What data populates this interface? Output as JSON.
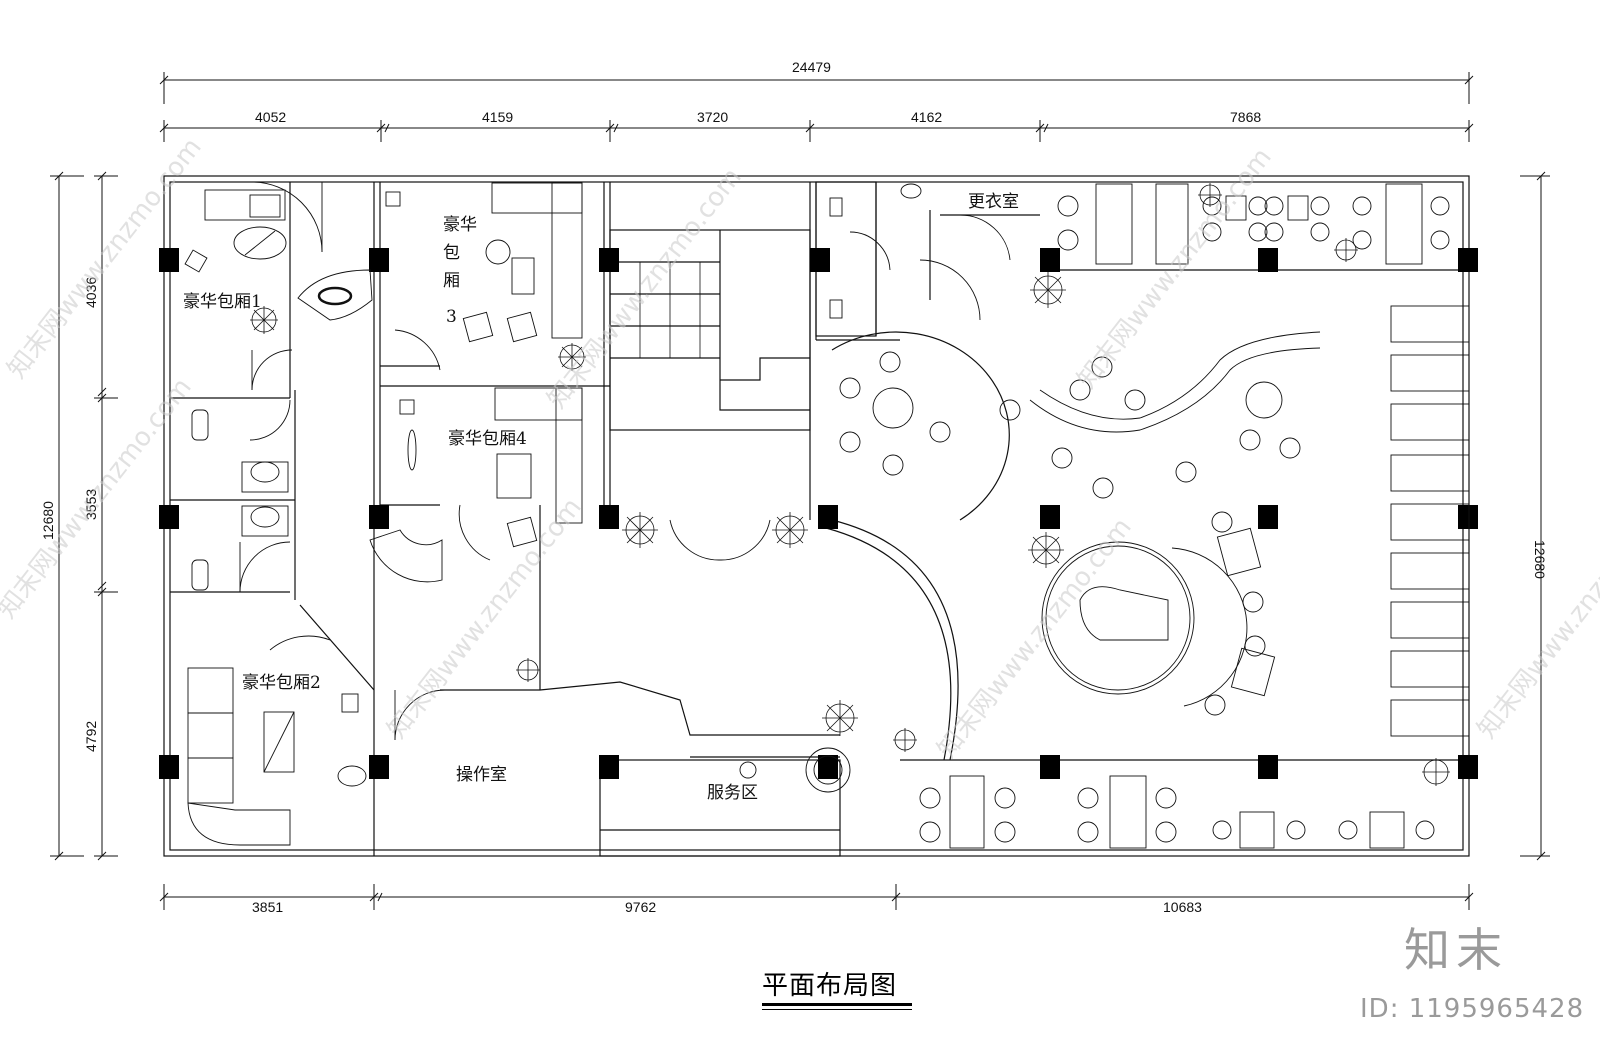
{
  "dimensions": {
    "total_width": "24479",
    "top_segments": [
      "4052",
      "4159",
      "3720",
      "4162",
      "7868"
    ],
    "bottom_segments": [
      "3851",
      "9762",
      "10683"
    ],
    "left_segments": [
      "4036",
      "3553",
      "4792"
    ],
    "left_total": "12680",
    "right_total": "12680"
  },
  "rooms": {
    "luxury_room_1": "豪华包厢1",
    "luxury_room_2": "豪华包厢2",
    "luxury_room_3": "豪华\n包\n厢\n3",
    "luxury_room_4": "豪华包厢4",
    "changing_room": "更衣室",
    "operation_room": "操作室",
    "service_area": "服务区"
  },
  "drawing_title": "平面布局图",
  "watermark": {
    "repeated_text": "知末网www.znzmo.com",
    "brand": "知末",
    "image_id": "ID: 1195965428"
  }
}
